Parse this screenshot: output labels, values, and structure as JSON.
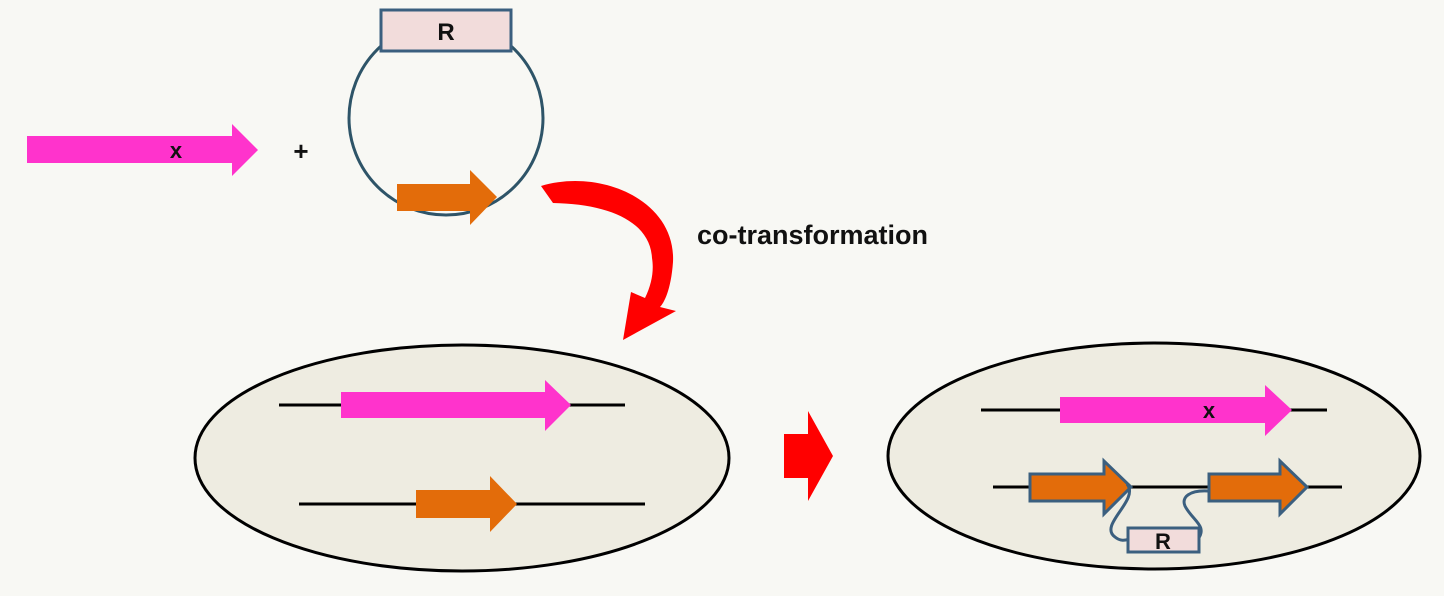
{
  "colors": {
    "background": "#f8f8f4",
    "gene_x": "#ff33cc",
    "target_gene": "#e36c0a",
    "resistance_box_fill": "#f2dcdb",
    "resistance_box_stroke": "#3b5f7f",
    "plasmid_ring": "#2e5468",
    "cell_fill": "#eeece1",
    "cell_stroke": "#000000",
    "process_arrow": "#ff0000"
  },
  "icons": {
    "process_arrow": "curved-arrow",
    "next_step_arrow": "right-arrow"
  },
  "labels": {
    "gene_x": "x",
    "plus": "+",
    "plasmid_marker": "R",
    "process": "co-transformation",
    "result_gene_x": "x",
    "result_marker": "R"
  }
}
